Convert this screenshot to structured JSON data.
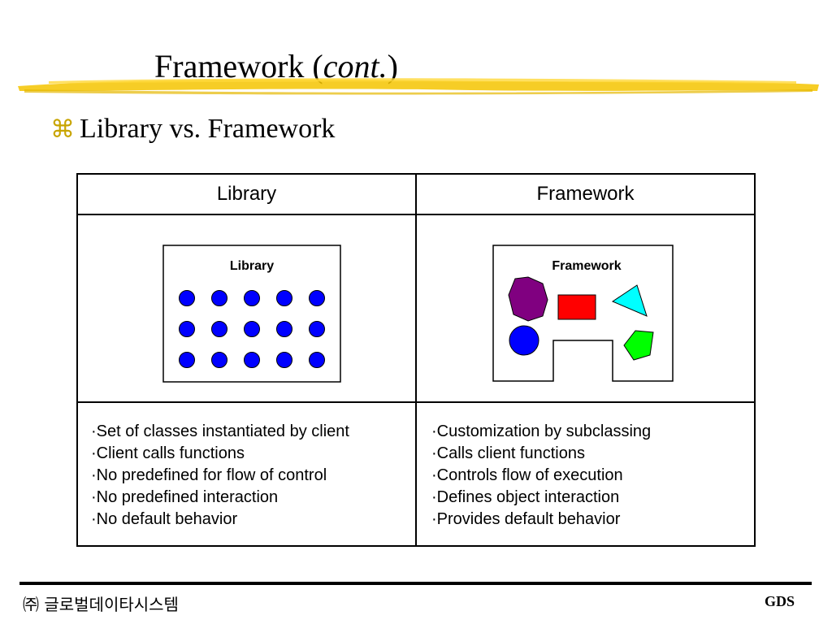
{
  "slide": {
    "title_main": "Framework (",
    "title_italic": "cont.",
    "title_close": ")",
    "bullet_icon": "command-key-icon",
    "bullet_glyph": "⌘",
    "bullet_text": "Library vs. Framework"
  },
  "table": {
    "headers": [
      "Library",
      "Framework"
    ],
    "library_diagram": {
      "label": "Library",
      "dot_color": "#0000ff"
    },
    "framework_diagram": {
      "label": "Framework",
      "shape_colors": {
        "octagon": "#800080",
        "rectangle": "#ff0000",
        "triangle": "#00ffff",
        "circle": "#0000ff",
        "pentagon": "#00ff00"
      }
    },
    "library_points": [
      "Set of classes instantiated by client",
      "Client calls functions",
      "No predefined for flow of control",
      "No predefined interaction",
      "No default behavior"
    ],
    "framework_points": [
      "Customization by subclassing",
      "Calls client functions",
      "Controls flow of execution",
      "Defines object interaction",
      "Provides default behavior"
    ]
  },
  "footer": {
    "company": "㈜ 글로벌데이타시스템",
    "logo_text": "GDS"
  },
  "colors": {
    "highlight_stroke": "#f5c400",
    "bullet": "#c8a400"
  }
}
